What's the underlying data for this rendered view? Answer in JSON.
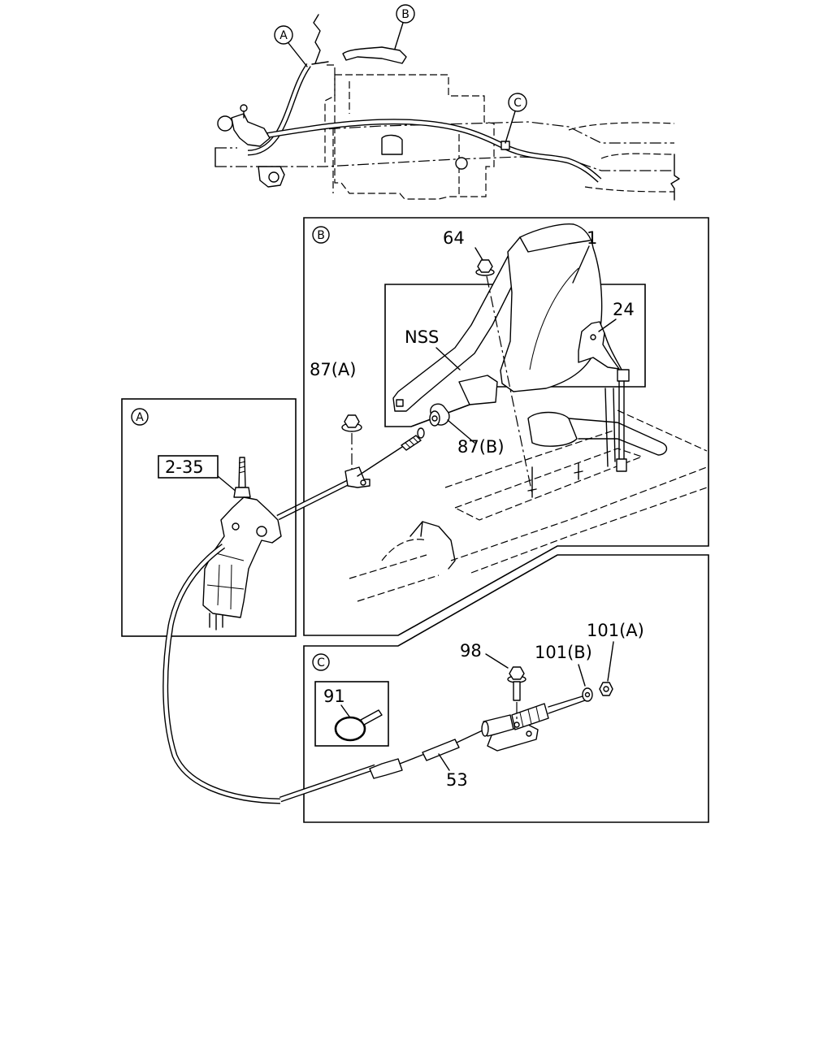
{
  "overview": {
    "callout_a": "A",
    "callout_b": "B",
    "callout_c": "C"
  },
  "view_a": {
    "tag": "A",
    "ref_box": "2-35"
  },
  "view_b": {
    "tag": "B",
    "part_64": "64",
    "part_1": "1",
    "part_24": "24",
    "nss": "NSS",
    "part_87a": "87(A)",
    "part_87b": "87(B)"
  },
  "view_c": {
    "tag": "C",
    "part_98": "98",
    "part_101b": "101(B)",
    "part_101a": "101(A)",
    "part_91": "91",
    "part_53": "53"
  }
}
